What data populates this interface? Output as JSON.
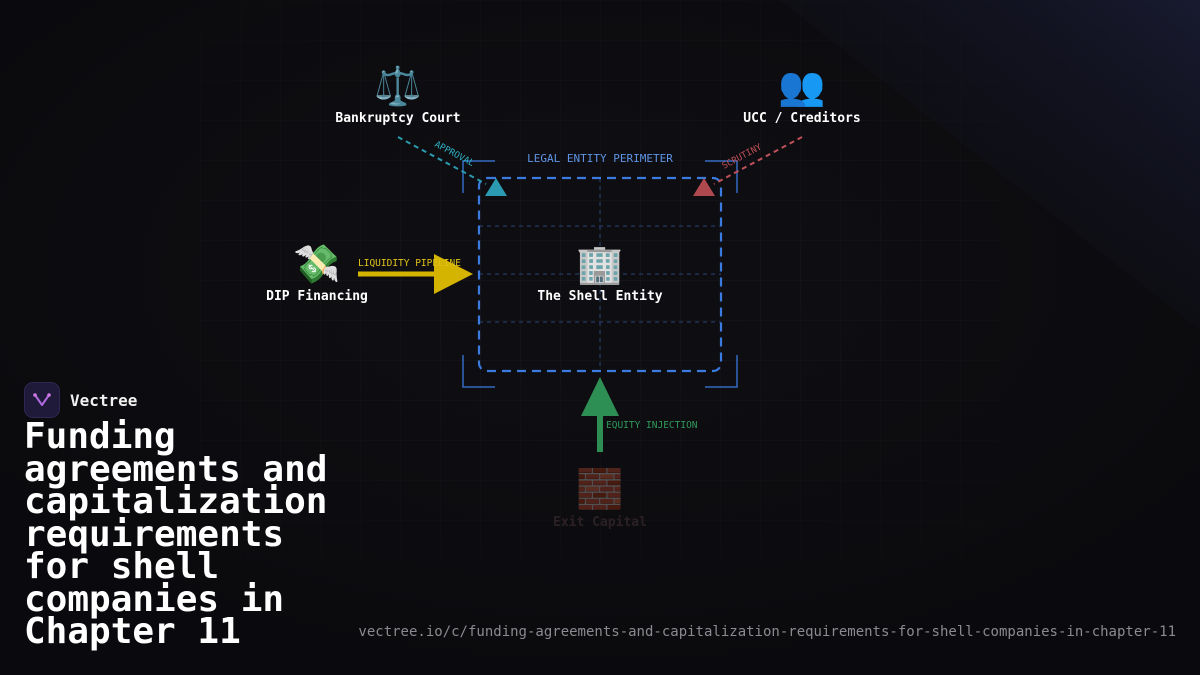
{
  "diagram": {
    "perimeter_label": "LEGAL ENTITY PERIMETER",
    "nodes": {
      "court": {
        "label": "Bankruptcy Court",
        "icon": "scales-icon",
        "glyph": "⚖️"
      },
      "creditors": {
        "label": "UCC / Creditors",
        "icon": "people-icon",
        "glyph": "👥"
      },
      "dip": {
        "label": "DIP Financing",
        "icon": "money-wings-icon",
        "glyph": "💸"
      },
      "shell": {
        "label": "The Shell Entity",
        "icon": "office-building-icon",
        "glyph": "🏢"
      },
      "exit": {
        "label": "Exit Capital",
        "icon": "brick-icon",
        "glyph": "🧱"
      }
    },
    "edges": {
      "approval": "APPROVAL",
      "scrutiny": "SCRUTINY",
      "liquidity": "LIQUIDITY PIPELINE",
      "equity": "EQUITY INJECTION"
    },
    "colors": {
      "perimeter": "#3b7be0",
      "approval": "#2a9bb0",
      "scrutiny": "#c0505a",
      "liquidity": "#d4b400",
      "equity": "#2e8f55",
      "exit": "#3a1f22"
    }
  },
  "brand": {
    "name": "Vectree"
  },
  "headline": "Funding agreements and capitalization requirements for shell companies in Chapter 11",
  "url": "vectree.io/c/funding-agreements-and-capitalization-requirements-for-shell-companies-in-chapter-11"
}
